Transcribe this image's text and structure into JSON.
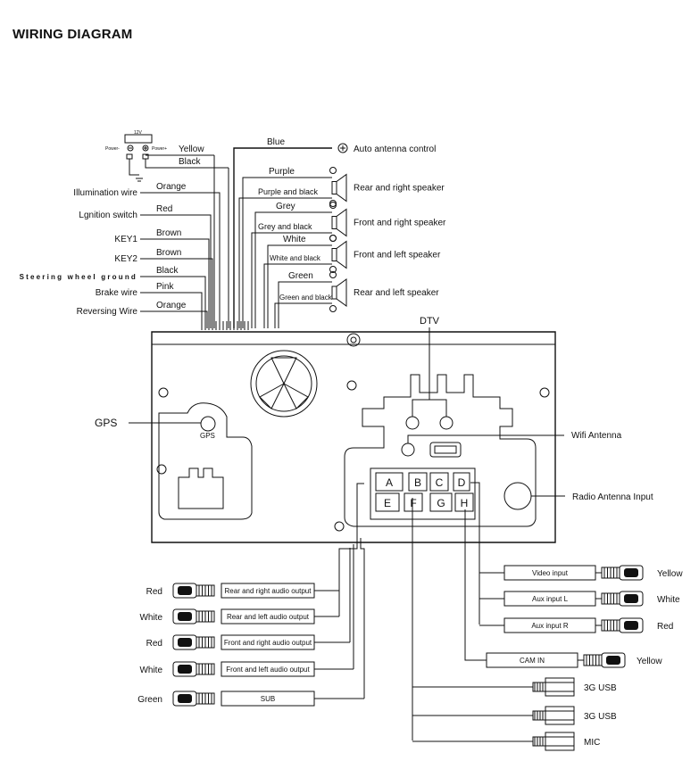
{
  "title": "WIRING DIAGRAM",
  "left_wires": [
    {
      "label": "",
      "color": "Yellow"
    },
    {
      "label": "",
      "color": "Black"
    },
    {
      "label": "Illumination wire",
      "color": "Orange"
    },
    {
      "label": "Lgnition switch",
      "color": "Red"
    },
    {
      "label": "KEY1",
      "color": "Brown"
    },
    {
      "label": "KEY2",
      "color": "Brown"
    },
    {
      "label": "Steering wheel ground",
      "color": "Black"
    },
    {
      "label": "Brake wire",
      "color": "Pink"
    },
    {
      "label": "Reversing Wire",
      "color": "Orange"
    }
  ],
  "battery": {
    "voltage": "12V",
    "neg": "Power-",
    "pos": "Power+"
  },
  "antenna_control": {
    "color": "Blue",
    "label": "Auto antenna control"
  },
  "speakers": [
    {
      "pos": "Purple",
      "neg": "Purple and black",
      "label": "Rear and right speaker"
    },
    {
      "pos": "Grey",
      "neg": "Grey and black",
      "label": "Front and right speaker"
    },
    {
      "pos": "White",
      "neg": "White and black",
      "label": "Front and left speaker"
    },
    {
      "pos": "Green",
      "neg": "Green and black",
      "label": "Rear and left speaker"
    }
  ],
  "unit": {
    "dtv": "DTV",
    "gps": "GPS",
    "gps_port": "GPS",
    "wifi": "Wifi Antenna",
    "radio": "Radio Antenna Input",
    "ports": [
      "A",
      "B",
      "C",
      "D",
      "E",
      "F",
      "G",
      "H"
    ]
  },
  "left_outputs": [
    {
      "color": "Red",
      "label": "Rear and right audio output"
    },
    {
      "color": "White",
      "label": "Rear and left audio output"
    },
    {
      "color": "Red",
      "label": "Front and right audio output"
    },
    {
      "color": "White",
      "label": "Front and left audio output"
    },
    {
      "color": "Green",
      "label": "SUB"
    }
  ],
  "right_inputs": [
    {
      "label": "Video input",
      "color": "Yellow"
    },
    {
      "label": "Aux input L",
      "color": "White"
    },
    {
      "label": "Aux input R",
      "color": "Red"
    }
  ],
  "cam": {
    "label": "CAM IN",
    "color": "Yellow"
  },
  "usb": [
    {
      "label": "3G USB"
    },
    {
      "label": "3G USB"
    },
    {
      "label": "MIC"
    }
  ]
}
